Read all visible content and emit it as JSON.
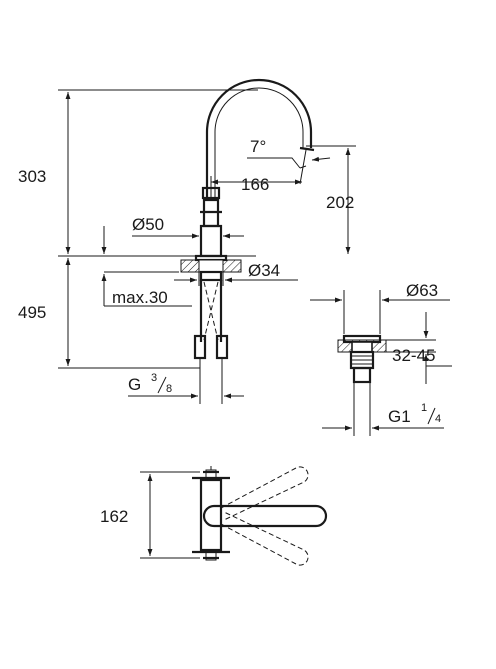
{
  "dimensions": {
    "height_above_deck": "303",
    "height_below_deck": "495",
    "spout_angle": "7°",
    "spout_reach": "166",
    "spout_outlet_height": "202",
    "base_diameter": "Ø50",
    "mounting_hole_diameter": "Ø34",
    "max_deck_thickness": "max.30",
    "connection_thread": "G",
    "connection_thread_numerator": "3",
    "connection_thread_denominator": "8",
    "waste_diameter": "Ø63",
    "waste_clamping_range": "32-45",
    "waste_thread": "G1",
    "waste_thread_numerator": "1",
    "waste_thread_denominator": "4",
    "handle_spread": "162"
  }
}
